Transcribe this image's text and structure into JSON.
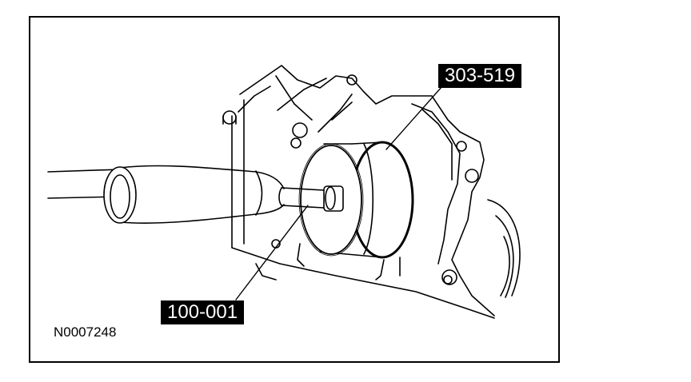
{
  "figure": {
    "id": "N0007248",
    "callouts": {
      "seal_installer": "303-519",
      "slide_hammer": "100-001"
    },
    "colors": {
      "line": "#000000",
      "background": "#ffffff",
      "callout_bg": "#000000",
      "callout_text": "#ffffff"
    }
  }
}
